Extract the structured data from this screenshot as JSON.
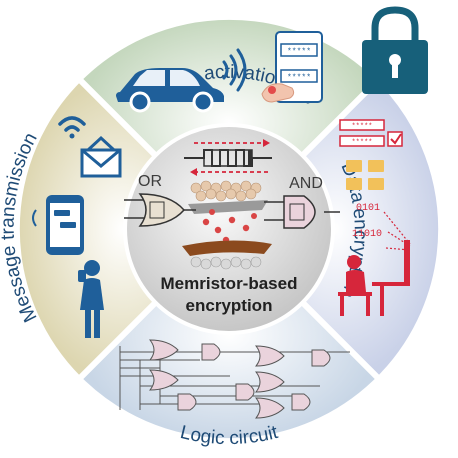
{
  "quadrants": {
    "top": {
      "label": "Vehicle activation key"
    },
    "right": {
      "label": "Data encryption"
    },
    "bottom": {
      "label": "Logic circuit"
    },
    "left": {
      "label": "Message transmission"
    }
  },
  "center": {
    "title_line1": "Memristor-based",
    "title_line2": "encryption",
    "gate_left": "OR",
    "gate_right": "AND"
  },
  "field_text": {
    "password_mask": "*****",
    "binary_1": "0101",
    "binary_2": "11010"
  },
  "icons": [
    "car-icon",
    "signal-waves-icon",
    "password-card-icon",
    "fingertip-icon",
    "padlock-icon",
    "wifi-icon",
    "envelope-icon",
    "smartphone-icon",
    "person-icon",
    "checklist-icon",
    "folder-icon",
    "binary-stream-icon",
    "desk-user-icon",
    "memristor-icon",
    "or-gate-icon",
    "and-gate-icon"
  ],
  "colors": {
    "top": "#c9d9c2",
    "right": "#cfd6e9",
    "bottom": "#cfdbe8",
    "left": "#ded9b9",
    "center": "#dcdcdc",
    "accent_blue": "#1f5f9a",
    "accent_red": "#d6263b",
    "teal": "#17607a"
  }
}
